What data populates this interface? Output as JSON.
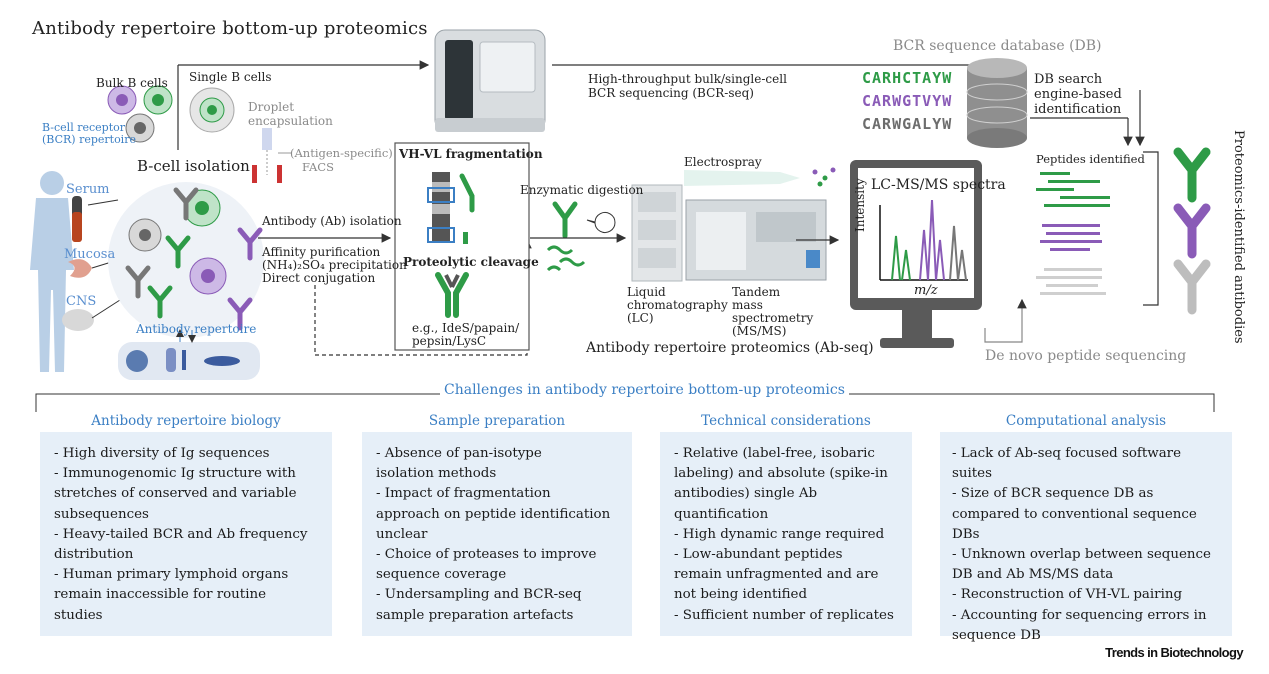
{
  "title": "Antibody repertoire bottom-up proteomics",
  "workflow": {
    "bulk_b_cells": "Bulk B cells",
    "single_b_cells": "Single B cells",
    "bcr_repertoire": [
      "B-cell receptor",
      "(BCR) repertoire"
    ],
    "droplet": [
      "Droplet",
      "encapsulation"
    ],
    "facs": [
      "(Antigen-specific)",
      "FACS"
    ],
    "b_cell_isolation": "B-cell isolation",
    "serum": "Serum",
    "mucosa": "Mucosa",
    "cns": "CNS",
    "antibody_repertoire": "Antibody repertoire",
    "ab_isolation": "Antibody (Ab) isolation",
    "isolation_methods": [
      "Affinity purification",
      "(NH₄)₂SO₄ precipitation",
      "Direct conjugation"
    ],
    "vh_vl": "VH-VL fragmentation",
    "proteolytic": "Proteolytic cleavage",
    "proteases": [
      "e.g., IdeS/papain/",
      "pepsin/LysC"
    ],
    "bcr_seq": [
      "High-throughput bulk/single-cell",
      "BCR sequencing (BCR-seq)"
    ],
    "db_title": "BCR sequence database (DB)",
    "db_sequences": [
      {
        "seq": "CARHCTAYW",
        "color": "#2e9b47"
      },
      {
        "seq": "CARWGTVYW",
        "color": "#8a5bb7"
      },
      {
        "seq": "CARWGALYW",
        "color": "#6d6d6d"
      }
    ],
    "db_search": [
      "DB search",
      "engine-based",
      "identification"
    ],
    "peptides_identified": "Peptides identified",
    "enzymatic": "Enzymatic digestion",
    "electrospray": "Electrospray",
    "lc": [
      "Liquid",
      "chromatography",
      "(LC)"
    ],
    "msms": [
      "Tandem",
      "mass",
      "spectrometry",
      "(MS/MS)"
    ],
    "spectra_title": "LC-MS/MS spectra",
    "intensity": "Intensity",
    "mz": "m/z",
    "ab_seq": "Antibody repertoire proteomics (Ab-seq)",
    "de_novo": "De novo peptide sequencing",
    "proteomics_identified": "Proteomics-identified antibodies"
  },
  "challenges_title": "Challenges in antibody repertoire bottom-up proteomics",
  "panels": [
    {
      "title": "Antibody repertoire biology",
      "items": [
        "- High diversity of Ig sequences",
        "- Immunogenomic Ig structure  with",
        "stretches of conserved and variable",
        "subsequences",
        "- Heavy-tailed BCR and Ab frequency",
        "distribution",
        "- Human primary lymphoid organs",
        "remain inaccessible for routine",
        "studies"
      ]
    },
    {
      "title": "Sample preparation",
      "items": [
        "- Absence of pan-isotype",
        "isolation methods",
        "- Impact of fragmentation",
        "approach on peptide identification",
        "unclear",
        "- Choice of proteases to improve",
        "sequence coverage",
        "- Undersampling and BCR-seq",
        "sample preparation artefacts"
      ]
    },
    {
      "title": "Technical considerations",
      "items": [
        "- Relative (label-free, isobaric",
        "labeling) and absolute (spike-in",
        "antibodies) single Ab",
        "quantification",
        "- High dynamic range required",
        "- Low-abundant peptides",
        "remain unfragmented and are",
        "not being identified",
        "- Sufficient number of replicates"
      ]
    },
    {
      "title": "Computational analysis",
      "items": [
        "- Lack of Ab-seq focused software",
        "suites",
        "- Size of BCR sequence DB as",
        "compared to conventional sequence DBs",
        "- Unknown overlap between sequence",
        "DB and Ab MS/MS data",
        "- Reconstruction of VH-VL pairing",
        "- Accounting for sequencing errors in",
        "sequence DB"
      ]
    }
  ],
  "footer": "Trends in Biotechnology",
  "colors": {
    "green": "#2e9b47",
    "purple": "#8a5bb7",
    "grey": "#9a9a9a",
    "blue": "#3b7fc4",
    "panel": "#e6eff8"
  }
}
